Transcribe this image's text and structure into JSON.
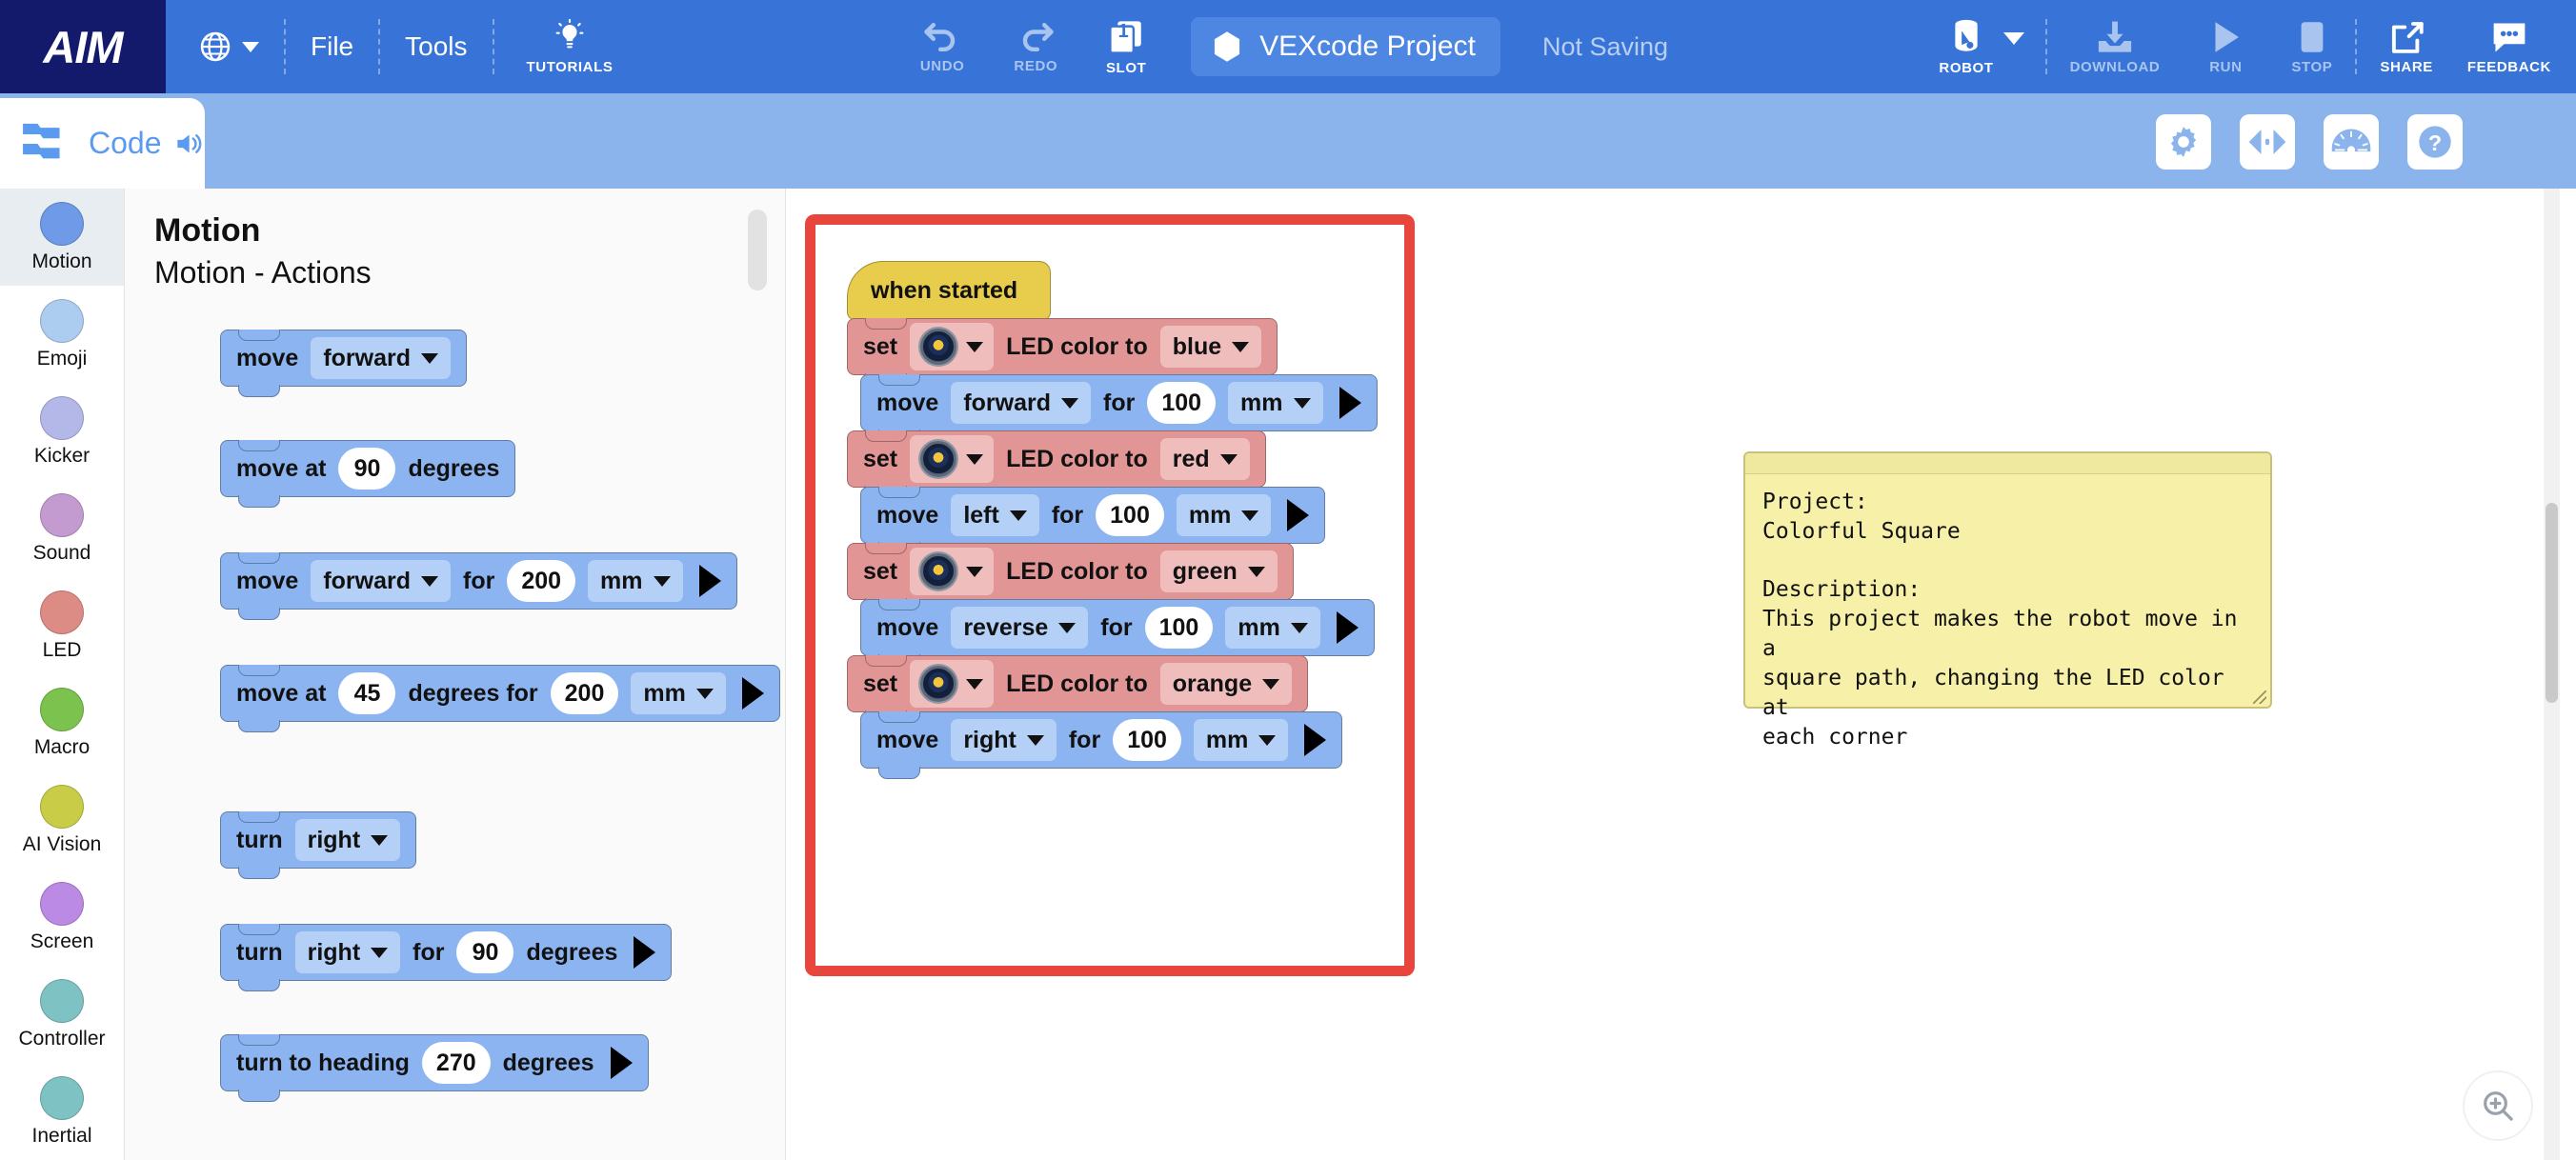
{
  "app": {
    "logo": "AIM"
  },
  "topbar": {
    "menus": [
      {
        "label": "File"
      },
      {
        "label": "Tools"
      }
    ],
    "language_icon": "globe-icon",
    "tutorials": {
      "label": "TUTORIALS",
      "icon": "lightbulb-icon"
    },
    "undo": {
      "label": "UNDO",
      "icon": "undo-arrow-icon"
    },
    "redo": {
      "label": "REDO",
      "icon": "redo-arrow-icon"
    },
    "slot": {
      "label": "SLOT",
      "number": "1",
      "icon": "slot-pages-icon"
    },
    "project": {
      "name": "VEXcode Project",
      "icon": "hexagon-icon"
    },
    "save_status": "Not Saving",
    "robot": {
      "label": "ROBOT",
      "icon": "robot-icon"
    },
    "download": {
      "label": "DOWNLOAD",
      "icon": "download-icon"
    },
    "run": {
      "label": "RUN",
      "icon": "play-icon"
    },
    "stop": {
      "label": "STOP",
      "icon": "stop-square-icon"
    },
    "share": {
      "label": "SHARE",
      "icon": "share-icon"
    },
    "feedback": {
      "label": "FEEDBACK",
      "icon": "comment-dots-icon"
    }
  },
  "secondbar": {
    "code_tab": {
      "label": "Code",
      "icon": "blocks-icon",
      "sound_icon": "speaker-icon"
    },
    "right_buttons": [
      {
        "name": "settings",
        "icon": "gear-icon"
      },
      {
        "name": "code-view",
        "icon": "code-brackets-icon"
      },
      {
        "name": "dashboard",
        "icon": "gauge-icon"
      },
      {
        "name": "help",
        "icon": "question-mark-icon"
      }
    ]
  },
  "categories": [
    {
      "label": "Motion",
      "color": "#6f9ae8",
      "selected": true
    },
    {
      "label": "Emoji",
      "color": "#adcdf0",
      "selected": false
    },
    {
      "label": "Kicker",
      "color": "#b3b8e8",
      "selected": false
    },
    {
      "label": "Sound",
      "color": "#c49bd0",
      "selected": false
    },
    {
      "label": "LED",
      "color": "#dd8b85",
      "selected": false
    },
    {
      "label": "Macro",
      "color": "#7cc24f",
      "selected": false
    },
    {
      "label": "AI Vision",
      "color": "#c8cc47",
      "selected": false
    },
    {
      "label": "Screen",
      "color": "#bb8ae4",
      "selected": false
    },
    {
      "label": "Controller",
      "color": "#7ec2c4",
      "selected": false
    },
    {
      "label": "Inertial",
      "color": "#7ec2c4",
      "selected": false
    }
  ],
  "palette": {
    "title": "Motion",
    "subtitle": "Motion - Actions",
    "blocks": [
      {
        "id": "move-dir",
        "parts": [
          {
            "t": "label",
            "v": "move"
          },
          {
            "t": "dropdown",
            "v": "forward"
          }
        ]
      },
      {
        "id": "move-at-deg",
        "parts": [
          {
            "t": "label",
            "v": "move at"
          },
          {
            "t": "number",
            "v": "90"
          },
          {
            "t": "label",
            "v": "degrees"
          }
        ]
      },
      {
        "id": "move-dir-for",
        "parts": [
          {
            "t": "label",
            "v": "move"
          },
          {
            "t": "dropdown",
            "v": "forward"
          },
          {
            "t": "label",
            "v": "for"
          },
          {
            "t": "number",
            "v": "200"
          },
          {
            "t": "dropdown",
            "v": "mm"
          },
          {
            "t": "play"
          }
        ]
      },
      {
        "id": "move-at-deg-for",
        "parts": [
          {
            "t": "label",
            "v": "move at"
          },
          {
            "t": "number",
            "v": "45"
          },
          {
            "t": "label",
            "v": "degrees for"
          },
          {
            "t": "number",
            "v": "200"
          },
          {
            "t": "dropdown",
            "v": "mm"
          },
          {
            "t": "play"
          }
        ]
      },
      {
        "id": "turn-dir",
        "parts": [
          {
            "t": "label",
            "v": "turn"
          },
          {
            "t": "dropdown",
            "v": "right"
          }
        ]
      },
      {
        "id": "turn-dir-for-deg",
        "parts": [
          {
            "t": "label",
            "v": "turn"
          },
          {
            "t": "dropdown",
            "v": "right"
          },
          {
            "t": "label",
            "v": "for"
          },
          {
            "t": "number",
            "v": "90"
          },
          {
            "t": "label",
            "v": "degrees"
          },
          {
            "t": "play"
          }
        ]
      },
      {
        "id": "turn-to-heading",
        "parts": [
          {
            "t": "label",
            "v": "turn to heading"
          },
          {
            "t": "number",
            "v": "270"
          },
          {
            "t": "label",
            "v": "degrees"
          },
          {
            "t": "play"
          }
        ]
      }
    ]
  },
  "script": {
    "hat": {
      "label": "when started"
    },
    "blocks": [
      {
        "kind": "led",
        "parts": [
          {
            "t": "label",
            "v": "set"
          },
          {
            "t": "robot"
          },
          {
            "t": "label",
            "v": "LED color to"
          },
          {
            "t": "dropdown",
            "v": "blue"
          }
        ]
      },
      {
        "kind": "motion",
        "parts": [
          {
            "t": "label",
            "v": "move"
          },
          {
            "t": "dropdown",
            "v": "forward"
          },
          {
            "t": "label",
            "v": "for"
          },
          {
            "t": "number",
            "v": "100"
          },
          {
            "t": "dropdown",
            "v": "mm"
          },
          {
            "t": "play"
          }
        ]
      },
      {
        "kind": "led",
        "parts": [
          {
            "t": "label",
            "v": "set"
          },
          {
            "t": "robot"
          },
          {
            "t": "label",
            "v": "LED color to"
          },
          {
            "t": "dropdown",
            "v": "red"
          }
        ]
      },
      {
        "kind": "motion",
        "parts": [
          {
            "t": "label",
            "v": "move"
          },
          {
            "t": "dropdown",
            "v": "left"
          },
          {
            "t": "label",
            "v": "for"
          },
          {
            "t": "number",
            "v": "100"
          },
          {
            "t": "dropdown",
            "v": "mm"
          },
          {
            "t": "play"
          }
        ]
      },
      {
        "kind": "led",
        "parts": [
          {
            "t": "label",
            "v": "set"
          },
          {
            "t": "robot"
          },
          {
            "t": "label",
            "v": "LED color to"
          },
          {
            "t": "dropdown",
            "v": "green"
          }
        ]
      },
      {
        "kind": "motion",
        "parts": [
          {
            "t": "label",
            "v": "move"
          },
          {
            "t": "dropdown",
            "v": "reverse"
          },
          {
            "t": "label",
            "v": "for"
          },
          {
            "t": "number",
            "v": "100"
          },
          {
            "t": "dropdown",
            "v": "mm"
          },
          {
            "t": "play"
          }
        ]
      },
      {
        "kind": "led",
        "parts": [
          {
            "t": "label",
            "v": "set"
          },
          {
            "t": "robot"
          },
          {
            "t": "label",
            "v": "LED color to"
          },
          {
            "t": "dropdown",
            "v": "orange"
          }
        ]
      },
      {
        "kind": "motion",
        "parts": [
          {
            "t": "label",
            "v": "move"
          },
          {
            "t": "dropdown",
            "v": "right"
          },
          {
            "t": "label",
            "v": "for"
          },
          {
            "t": "number",
            "v": "100"
          },
          {
            "t": "dropdown",
            "v": "mm"
          },
          {
            "t": "play"
          }
        ]
      }
    ]
  },
  "comment": {
    "text": "Project:\nColorful Square\n\nDescription:\nThis project makes the robot move in a\nsquare path, changing the LED color at\neach corner"
  },
  "workspace": {
    "zoom_button_icon": "zoom-in-icon"
  },
  "colors": {
    "brand_dark": "#131a6b",
    "brand_blue": "#3874d8",
    "toolbar_light": "#8cb4ec",
    "motion_block": "#8cb4f0",
    "led_block": "#e29595",
    "hat_block": "#e8cc4b",
    "highlight_frame": "#e8453c",
    "comment_yellow": "#f6f0a8"
  }
}
